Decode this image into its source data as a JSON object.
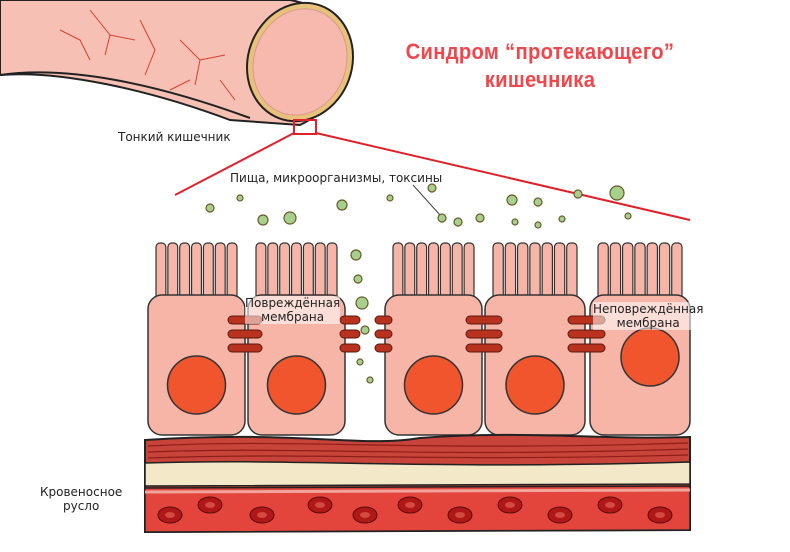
{
  "title": {
    "line1": "Синдром “протекающего”",
    "line2": "кишечника"
  },
  "labels": {
    "small_intestine": "Тонкий кишечник",
    "food_microbes_toxins": "Пища, микроорганизмы, токсины",
    "damaged_membrane_1": "Повреждённая",
    "damaged_membrane_2": "мембрана",
    "intact_membrane_1": "Неповреждённая",
    "intact_membrane_2": "мембрана",
    "bloodstream_1": "Кровеносное",
    "bloodstream_2": "русло"
  },
  "colors": {
    "title": "#f0474d",
    "cell": "#f7b5a8",
    "nucleus": "#f0552e",
    "particle": "#a8d08d",
    "blood": "#e0403a",
    "rbc": "#b01818",
    "zoom_line": "#e0202a"
  }
}
